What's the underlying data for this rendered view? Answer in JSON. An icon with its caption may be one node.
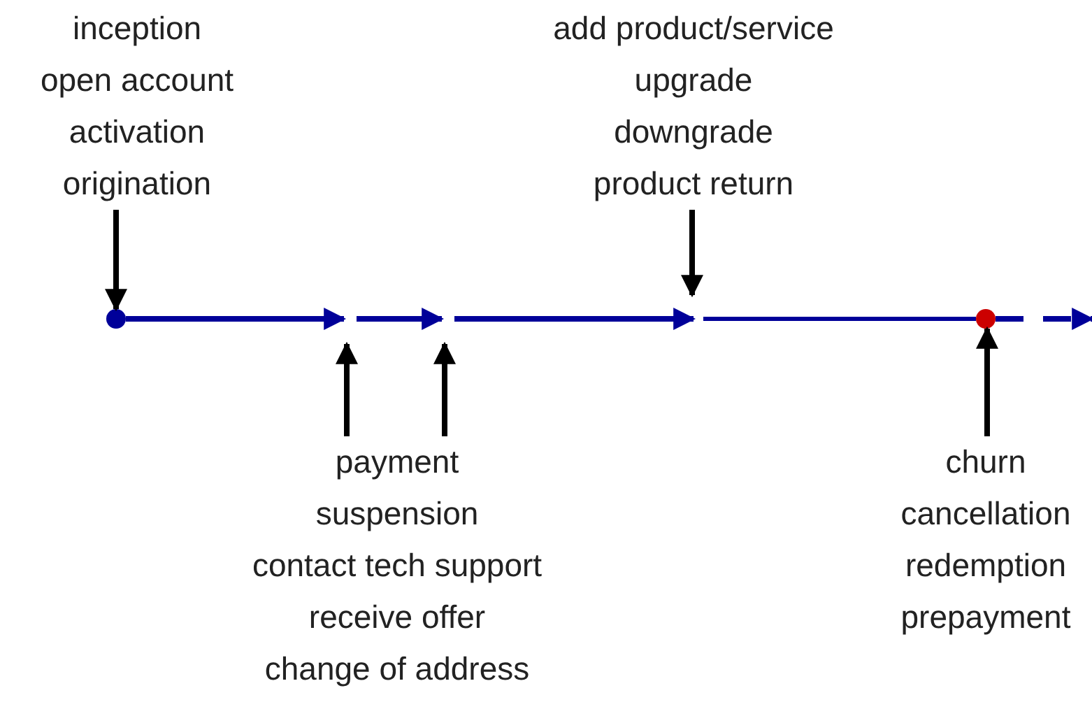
{
  "diagram": {
    "nodes": [
      {
        "text": [
          "inception",
          "open account",
          "activation",
          "origination"
        ]
      },
      {
        "text": [
          "add product/service",
          "upgrade",
          "downgrade",
          "product return"
        ]
      },
      {
        "text": [
          "payment",
          "suspension",
          "contact tech support",
          "receive offer",
          "change of address"
        ]
      },
      {
        "text": [
          "churn",
          "cancellation",
          "redemption",
          "prepayment"
        ]
      },
      {
        "text": [],
        "shape": "circle"
      },
      {
        "text": [],
        "shape": "circle"
      }
    ],
    "edges": [
      {
        "from": 0,
        "to": 4,
        "arrow": "to"
      },
      {
        "from": 1,
        "to": null,
        "arrow": "to"
      },
      {
        "from": 2,
        "to": null,
        "arrow": "to"
      },
      {
        "from": 2,
        "to": null,
        "arrow": "to"
      },
      {
        "from": 3,
        "to": 5,
        "arrow": "to"
      },
      {
        "from": 4,
        "to": null,
        "arrow": "to",
        "color": "#000099"
      },
      {
        "from": 5,
        "to": null,
        "arrow": "to",
        "style": "dashed",
        "color": "#000099"
      }
    ]
  }
}
